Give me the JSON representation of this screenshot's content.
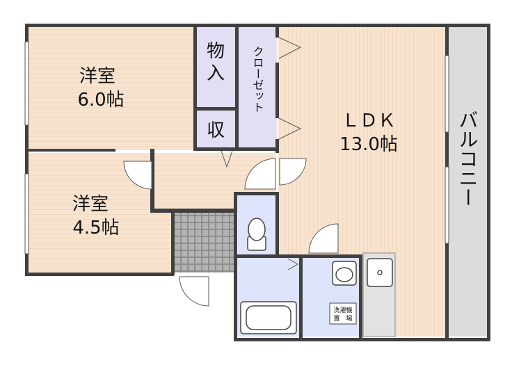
{
  "rooms": {
    "western_room_1": {
      "name": "洋室",
      "size": "6.0帖"
    },
    "western_room_2": {
      "name": "洋室",
      "size": "4.5帖"
    },
    "ldk": {
      "name": "ＬＤＫ",
      "size": "13.0帖"
    },
    "storage": {
      "char_1": "物",
      "char_2": "入"
    },
    "closet_small": {
      "label": "収"
    },
    "closet": {
      "label": "クローゼット"
    },
    "balcony": {
      "label": "バルコニー"
    },
    "laundry": {
      "line_1": "洗濯機",
      "line_2": "置　場"
    }
  },
  "colors": {
    "wood_floor": "#f8e3cf",
    "wood_line": "#e6c8ad",
    "storage_fill": "#e3def3",
    "bath_fill": "#dde4fb",
    "balcony_fill": "#dcdcdc",
    "wall": "#404040",
    "tile": "#8a8a8a"
  }
}
